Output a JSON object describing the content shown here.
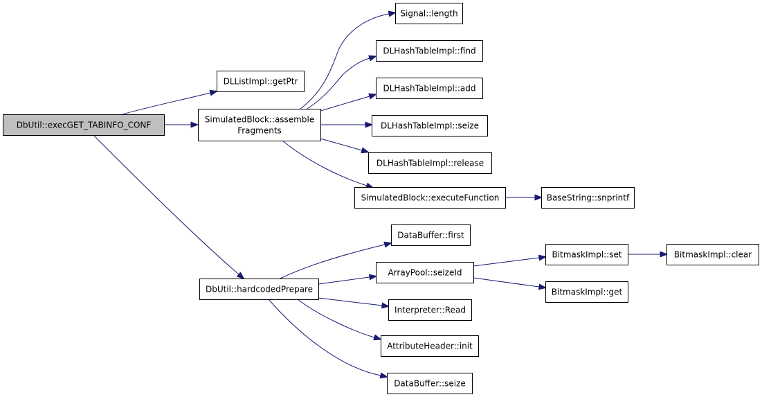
{
  "diagram": {
    "type": "call-graph",
    "edge_color": "#191970",
    "root_fill": "#bfbfbf",
    "nodes": [
      {
        "id": "root",
        "lines": [
          "DbUtil::execGET_TABINFO_CONF"
        ],
        "root": true
      },
      {
        "id": "getPtr",
        "lines": [
          "DLListImpl::getPtr"
        ]
      },
      {
        "id": "assemble",
        "lines": [
          "SimulatedBlock::assemble",
          "Fragments"
        ]
      },
      {
        "id": "length",
        "lines": [
          "Signal::length"
        ]
      },
      {
        "id": "find",
        "lines": [
          "DLHashTableImpl::find"
        ]
      },
      {
        "id": "add",
        "lines": [
          "DLHashTableImpl::add"
        ]
      },
      {
        "id": "seize",
        "lines": [
          "DLHashTableImpl::seize"
        ]
      },
      {
        "id": "release",
        "lines": [
          "DLHashTableImpl::release"
        ]
      },
      {
        "id": "execfn",
        "lines": [
          "SimulatedBlock::executeFunction"
        ]
      },
      {
        "id": "snprintf",
        "lines": [
          "BaseString::snprintf"
        ]
      },
      {
        "id": "hardcoded",
        "lines": [
          "DbUtil::hardcodedPrepare"
        ]
      },
      {
        "id": "dbfirst",
        "lines": [
          "DataBuffer::first"
        ]
      },
      {
        "id": "seizeId",
        "lines": [
          "ArrayPool::seizeId"
        ]
      },
      {
        "id": "bset",
        "lines": [
          "BitmaskImpl::set"
        ]
      },
      {
        "id": "bclear",
        "lines": [
          "BitmaskImpl::clear"
        ]
      },
      {
        "id": "bget",
        "lines": [
          "BitmaskImpl::get"
        ]
      },
      {
        "id": "read",
        "lines": [
          "Interpreter::Read"
        ]
      },
      {
        "id": "attrinit",
        "lines": [
          "AttributeHeader::init"
        ]
      },
      {
        "id": "dbseize",
        "lines": [
          "DataBuffer::seize"
        ]
      }
    ],
    "edges": [
      {
        "from": "root",
        "to": "getPtr"
      },
      {
        "from": "root",
        "to": "assemble"
      },
      {
        "from": "root",
        "to": "hardcoded"
      },
      {
        "from": "assemble",
        "to": "length"
      },
      {
        "from": "assemble",
        "to": "find"
      },
      {
        "from": "assemble",
        "to": "add"
      },
      {
        "from": "assemble",
        "to": "seize"
      },
      {
        "from": "assemble",
        "to": "release"
      },
      {
        "from": "assemble",
        "to": "execfn"
      },
      {
        "from": "execfn",
        "to": "snprintf"
      },
      {
        "from": "hardcoded",
        "to": "dbfirst"
      },
      {
        "from": "hardcoded",
        "to": "seizeId"
      },
      {
        "from": "hardcoded",
        "to": "read"
      },
      {
        "from": "hardcoded",
        "to": "attrinit"
      },
      {
        "from": "hardcoded",
        "to": "dbseize"
      },
      {
        "from": "seizeId",
        "to": "bset"
      },
      {
        "from": "seizeId",
        "to": "bget"
      },
      {
        "from": "bset",
        "to": "bclear"
      }
    ]
  }
}
